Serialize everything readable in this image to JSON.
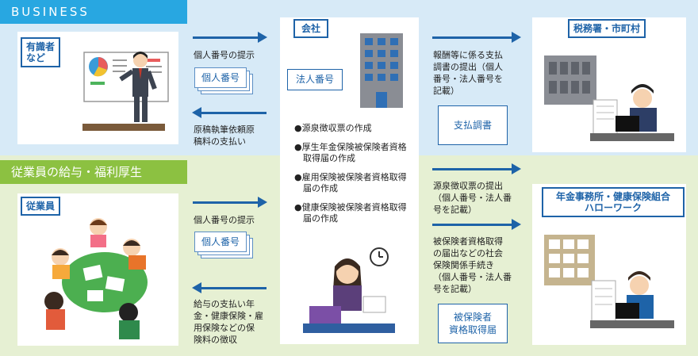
{
  "sections": {
    "business": "BUSINESS",
    "employee": "従業員の給与・福利厚生"
  },
  "parties": {
    "expert": "有識者\nなど",
    "company": "会社",
    "tax_office": "税務署・市町村",
    "employee": "従業員",
    "pension_office": "年金事務所・健康保険組合\nハローワーク"
  },
  "flows": {
    "expert_to_company": "個人番号の提示",
    "company_to_expert": "原稿執筆依頼原\n稿料の支払い",
    "company_to_tax": "報酬等に係る支払\n調書の提出（個人\n番号・法人番号を\n記載）",
    "employee_to_company": "個人番号の提示",
    "company_to_employee": "給与の支払い年\n金・健康保険・雇\n用保険などの保\n険料の徴収",
    "company_to_tax_2": "源泉徴収票の提出\n（個人番号・法人番\n号を記載）",
    "company_to_pension": "被保険者資格取得\nの届出などの社会\n保険関係手続き\n（個人番号・法人番\n号を記載）"
  },
  "documents": {
    "my_number_1": "個人番号",
    "corp_number": "法人番号",
    "payment_record": "支払調書",
    "my_number_2": "個人番号",
    "insured_form": "被保険者\n資格取得届"
  },
  "company_tasks": [
    "●源泉徴収票の作成",
    "●厚生年金保険被保険者資格取得届の作成",
    "●雇用保険被保険者資格取得届の作成",
    "●健康保険被保険者資格取得届の作成"
  ],
  "colors": {
    "band_top": "#d7eaf7",
    "band_bottom": "#e6f0d3",
    "business_tab": "#28a7e1",
    "employee_tab": "#8cc141",
    "accent": "#1e63a8"
  }
}
